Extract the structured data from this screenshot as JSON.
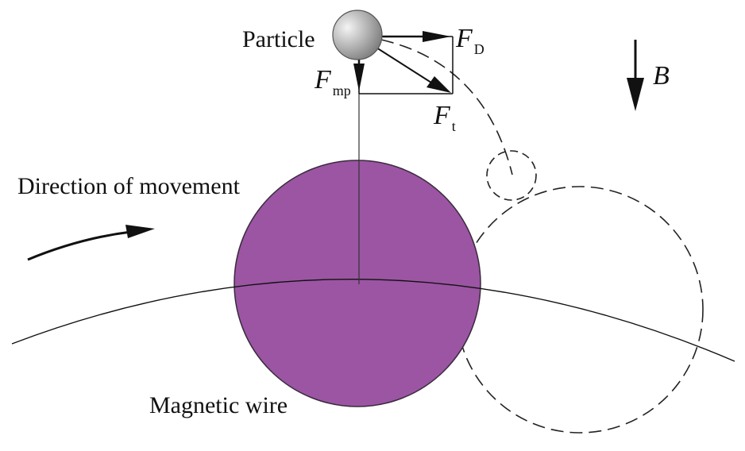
{
  "labels": {
    "particle": "Particle",
    "direction": "Direction of movement",
    "magnetic_wire": "Magnetic wire",
    "field": "B"
  },
  "forces": {
    "drag": {
      "symbol": "F",
      "subscript": "D"
    },
    "magnetic": {
      "symbol": "F",
      "subscript": "mp"
    },
    "total": {
      "symbol": "F",
      "subscript": "t"
    }
  },
  "colors": {
    "wire_fill": "#9b55a3",
    "wire_stroke": "#3a2a3c",
    "particle_light": "#f4f4f4",
    "particle_dark": "#7c7c7c",
    "line": "#111111"
  }
}
